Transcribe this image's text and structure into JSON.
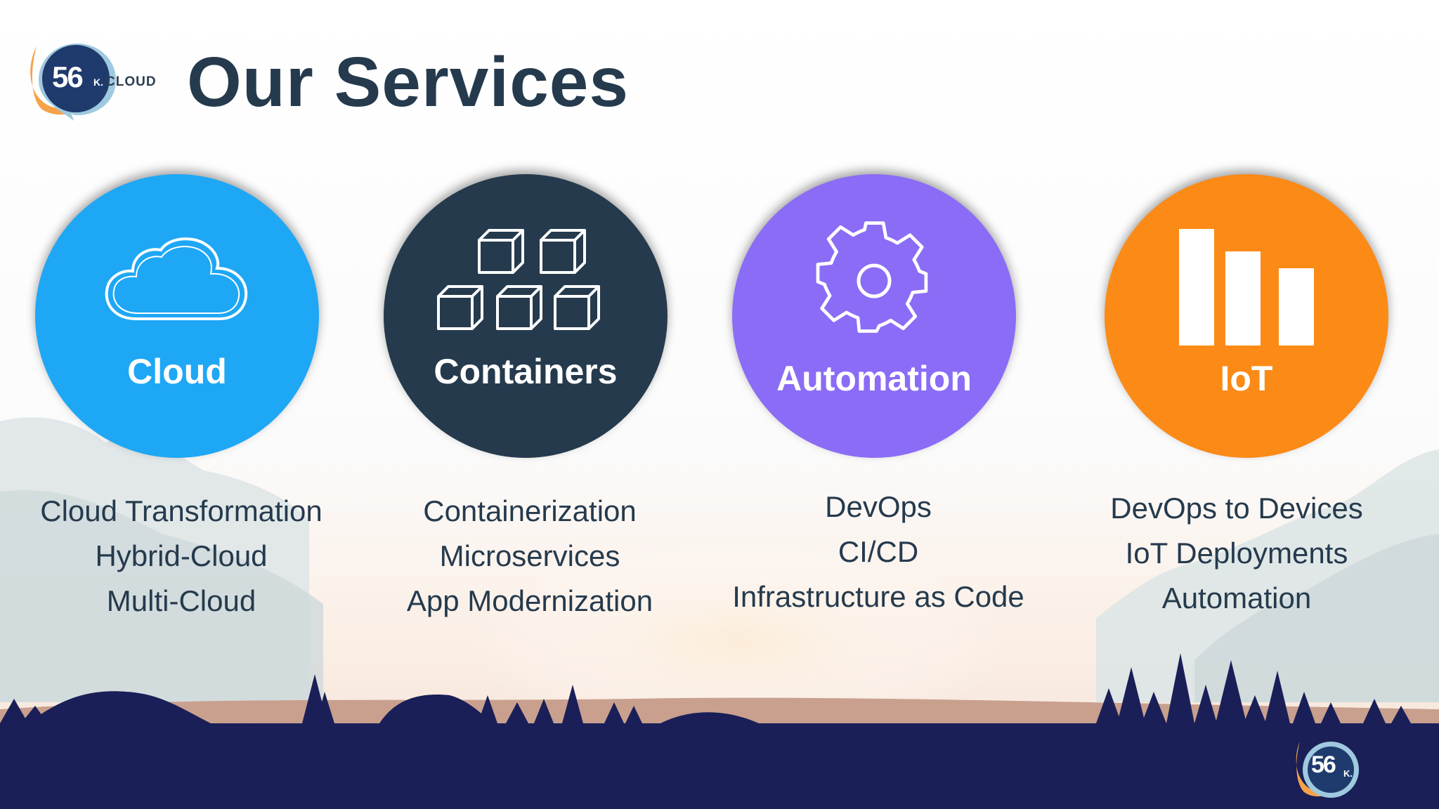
{
  "logo": {
    "number": "56",
    "k": "K.",
    "brand": "CLOUD"
  },
  "title": "Our Services",
  "services": [
    {
      "label": "Cloud",
      "color": "#1ea7f5",
      "items": [
        "Cloud Transformation",
        "Hybrid-Cloud",
        "Multi-Cloud"
      ],
      "icon": "cloud-icon"
    },
    {
      "label": "Containers",
      "color": "#253a4d",
      "items": [
        "Containerization",
        "Microservices",
        "App Modernization"
      ],
      "icon": "boxes-icon"
    },
    {
      "label": "Automation",
      "color": "#8b6cf6",
      "items": [
        "DevOps",
        "CI/CD",
        "Infrastructure as Code"
      ],
      "icon": "gear-icon"
    },
    {
      "label": "IoT",
      "color": "#fb8a17",
      "items": [
        "DevOps to Devices",
        "IoT Deployments",
        "Automation"
      ],
      "icon": "bar-chart-icon"
    }
  ],
  "footer_logo": {
    "number": "56",
    "k": "K."
  },
  "colors": {
    "title": "#253a4d",
    "ground": "#1a1f57",
    "sand": "#c9a08e"
  }
}
